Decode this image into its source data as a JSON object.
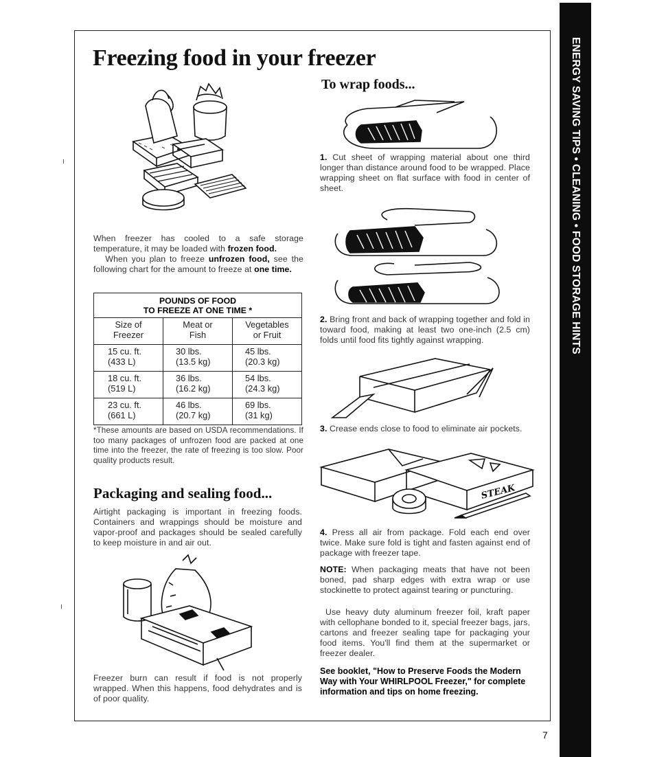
{
  "side_tab": "ENERGY SAVING TIPS • CLEANING • FOOD STORAGE HINTS",
  "title": "Freezing food in your freezer",
  "intro": {
    "p1_a": "When freezer has cooled to a safe storage temperature, it may be loaded with ",
    "p1_b": "frozen food.",
    "p2_a": "When you plan to freeze ",
    "p2_b": "unfrozen food,",
    "p2_c": " see the following chart for the amount to freeze at ",
    "p2_d": "one time."
  },
  "table": {
    "heading_line1": "POUNDS OF FOOD",
    "heading_line2": "TO FREEZE AT ONE TIME *",
    "col1": [
      "Size of",
      "Freezer"
    ],
    "col2": [
      "Meat or",
      "Fish"
    ],
    "col3": [
      "Vegetables",
      "or Fruit"
    ],
    "rows": [
      {
        "size1": "15 cu. ft.",
        "size2": "(433 L)",
        "meat1": "30 lbs.",
        "meat2": "(13.5 kg)",
        "veg1": "45 lbs.",
        "veg2": "(20.3 kg)"
      },
      {
        "size1": "18 cu. ft.",
        "size2": "(519 L)",
        "meat1": "36 lbs.",
        "meat2": "(16.2 kg)",
        "veg1": "54 lbs.",
        "veg2": "(24.3 kg)"
      },
      {
        "size1": "23 cu. ft.",
        "size2": "(661 L)",
        "meat1": "46 lbs.",
        "meat2": "(20.7 kg)",
        "veg1": "69 lbs.",
        "veg2": "(31 kg)"
      }
    ]
  },
  "footnote": "*These amounts are based on USDA recommendations. If too many packages of unfrozen food are packed at one time into the freezer, the rate of freezing is too slow. Poor quality products result.",
  "packaging": {
    "heading": "Packaging and sealing food...",
    "body": "Airtight packaging is important in freezing foods. Containers and wrappings should be moisture and vapor-proof and packages should be sealed carefully to keep moisture in and air out.",
    "burn": "Freezer burn can result if food is not properly wrapped. When this happens, food dehydrates and is of poor quality."
  },
  "wrap": {
    "heading": "To wrap foods...",
    "steps": [
      {
        "num": "1.",
        "text": "Cut sheet of wrapping material about one third longer than distance around food to be wrapped. Place wrapping sheet on flat surface with food in center of sheet."
      },
      {
        "num": "2.",
        "text": "Bring front and back of wrapping together and fold in toward food, making at least two one-inch (2.5 cm) folds until food fits tightly against wrapping."
      },
      {
        "num": "3.",
        "text": "Crease ends close to food to eliminate air pockets."
      },
      {
        "num": "4.",
        "text": "Press all air from package. Fold each end over twice. Make sure fold is tight and fasten against end of package with freezer tape."
      }
    ],
    "steak_label": "STEAK",
    "note_label": "NOTE:",
    "note": " When packaging meats that have not been boned, pad sharp edges with extra wrap or use stockinette to protect against tearing or puncturing.",
    "materials": "Use heavy duty aluminum freezer foil, kraft paper with cellophane bonded to it, special freezer bags, jars, cartons and freezer sealing tape for packaging your food items. You'll find them at the supermarket or freezer dealer.",
    "booklet": "See booklet, \"How to Preserve Foods the Modern Way with Your WHIRLPOOL Freezer,\" for complete information and tips on home freezing."
  },
  "page_number": "7"
}
